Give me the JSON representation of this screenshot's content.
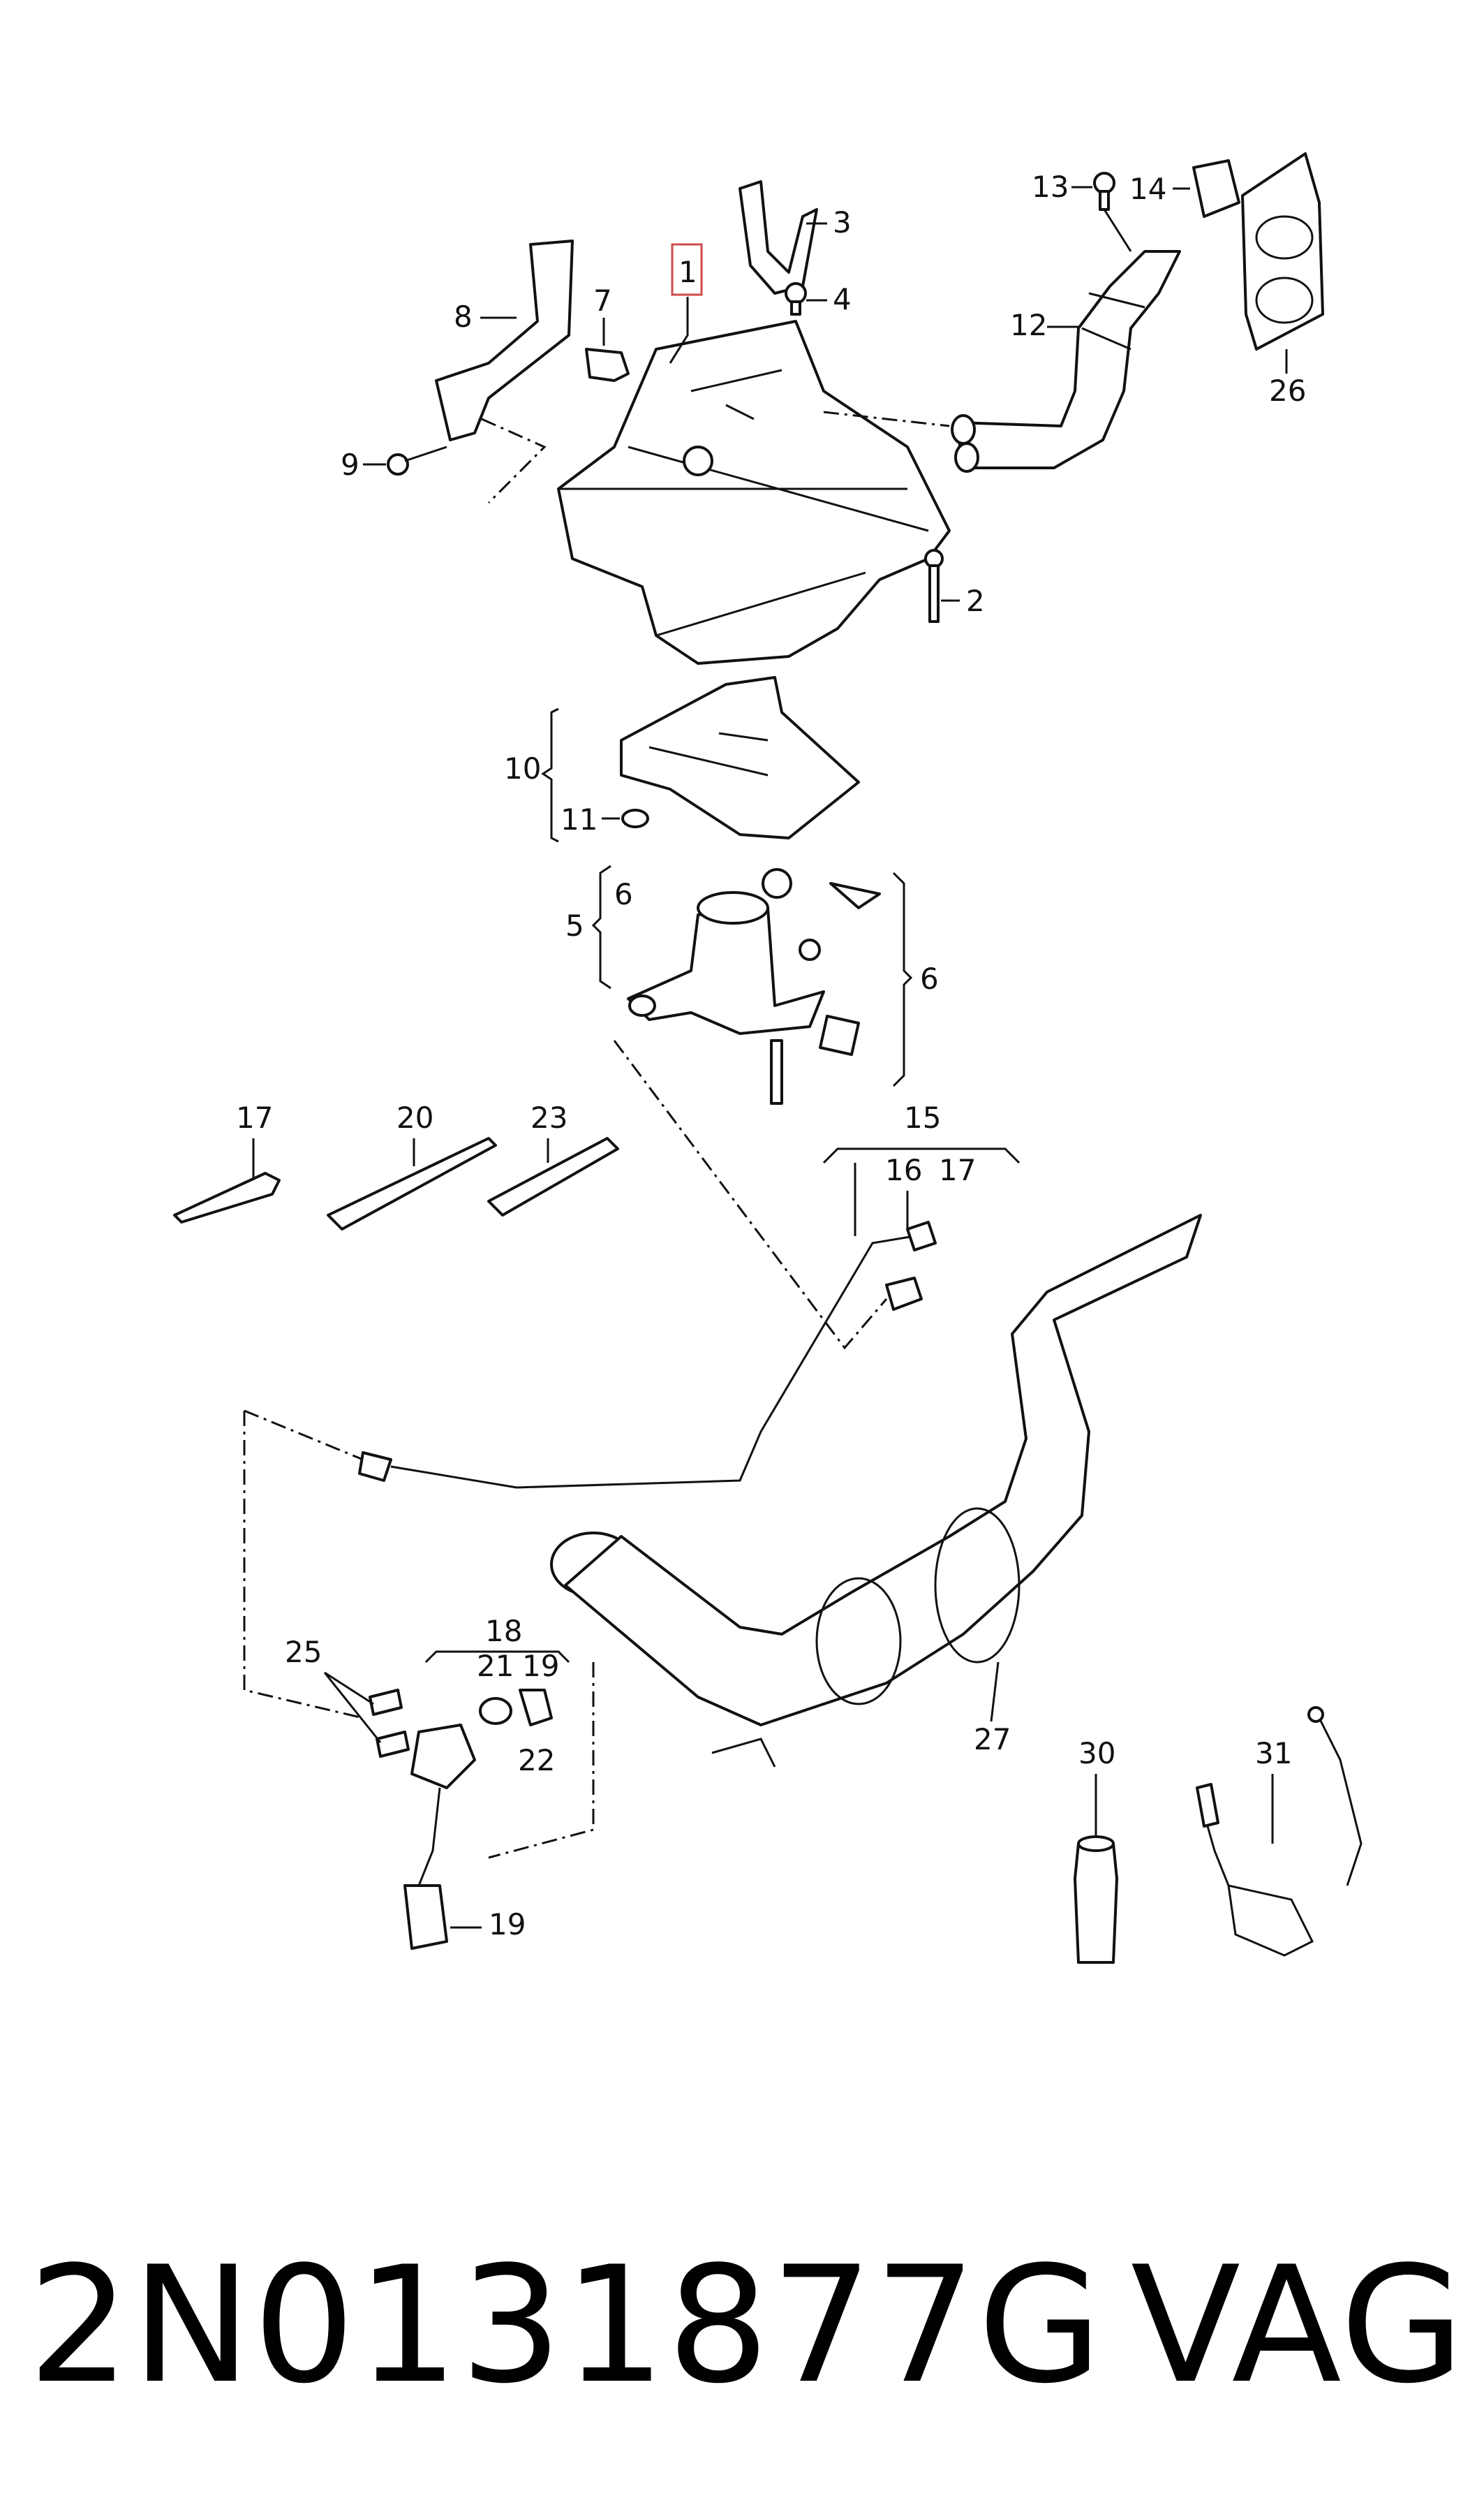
{
  "labels": {
    "l1": "1",
    "l2": "2",
    "l3": "3",
    "l4": "4",
    "l5": "5",
    "l6a": "6",
    "l6b": "6",
    "l7": "7",
    "l8": "8",
    "l9": "9",
    "l10": "10",
    "l11": "11",
    "l12": "12",
    "l13": "13",
    "l14": "14",
    "l15": "15",
    "l16": "16",
    "l17a": "17",
    "l17b": "17",
    "l18": "18",
    "l19a": "19",
    "l19b": "19",
    "l20": "20",
    "l21": "21",
    "l22": "22",
    "l23": "23",
    "l25": "25",
    "l26": "26",
    "l27": "27",
    "l30": "30",
    "l31": "31"
  },
  "highlight_color": "#d04a4a",
  "footer": {
    "part_number": "2N0131877G",
    "brand": "VAG"
  }
}
